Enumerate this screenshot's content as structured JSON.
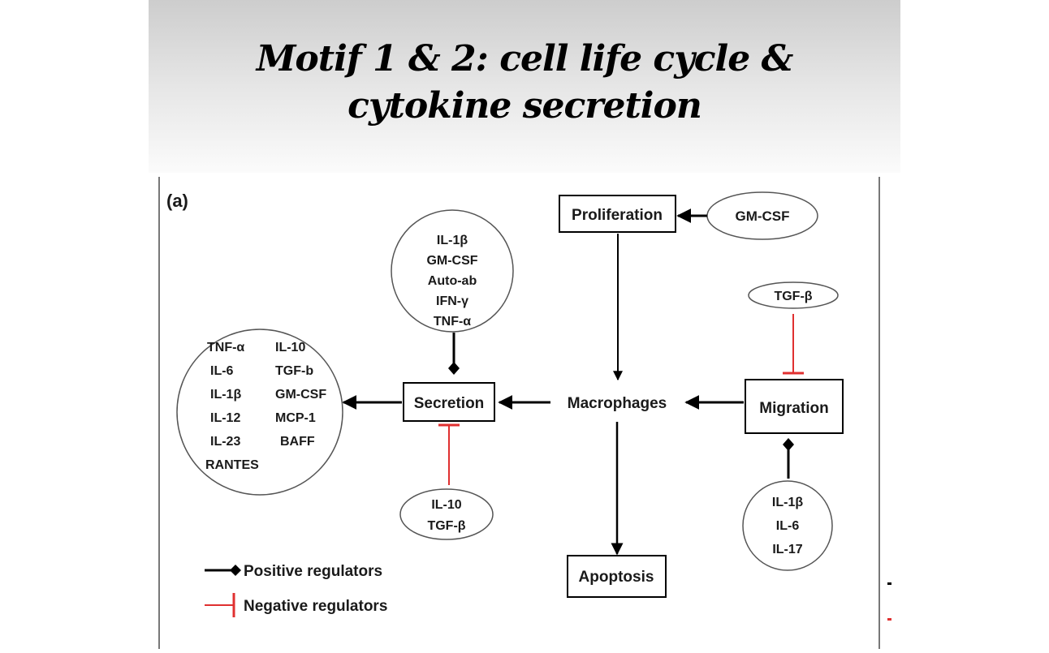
{
  "slide": {
    "title_line1": "Motif 1 & 2: cell life cycle &",
    "title_line2": "cytokine secretion"
  },
  "figure": {
    "panel_label": "(a)",
    "nodes": {
      "macrophages": "Macrophages",
      "proliferation": "Proliferation",
      "secretion": "Secretion",
      "migration": "Migration",
      "apoptosis": "Apoptosis"
    },
    "regulators": {
      "proliferation_positive": [
        "GM-CSF"
      ],
      "secretion_positive": [
        "IL-1β",
        "GM-CSF",
        "Auto-ab",
        "IFN-γ",
        "TNF-α"
      ],
      "secretion_negative": [
        "IL-10",
        "TGF-β"
      ],
      "migration_positive": [
        "IL-1β",
        "IL-6",
        "IL-17"
      ],
      "migration_negative": [
        "TGF-β"
      ]
    },
    "secreted_cytokines": {
      "column1": [
        "TNF-α",
        "IL-6",
        "IL-1β",
        "IL-12",
        "IL-23",
        "RANTES"
      ],
      "column2": [
        "IL-10",
        "TGF-b",
        "GM-CSF",
        "MCP-1",
        "BAFF"
      ]
    },
    "legend": {
      "positive": "Positive regulators",
      "negative": "Negative regulators"
    },
    "colors": {
      "positive": "#000000",
      "negative": "#e03030"
    }
  }
}
